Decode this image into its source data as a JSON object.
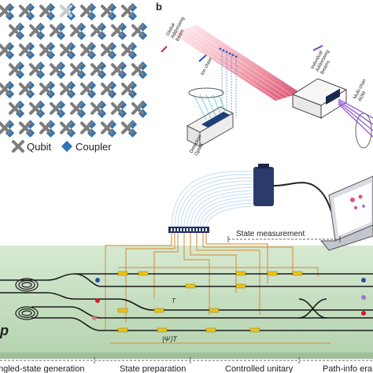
{
  "panel_a": {
    "legend": {
      "qubit_label": "Qubit",
      "coupler_label": "Coupler"
    }
  },
  "panel_b": {
    "label": "b",
    "global_beam": [
      "Global",
      "Addressing",
      "Beam"
    ],
    "ion_chain": "Ion chain",
    "detection_optics": [
      "Detection",
      "Optics"
    ],
    "individual_beams": [
      "Individual",
      "Addressing",
      "Beams"
    ],
    "multi_channel_aom": [
      "Multi-chan",
      "AOM"
    ]
  },
  "panel_c": {
    "state_measurement": "State measurement",
    "stages": [
      "ngled-state generation",
      "State preparation",
      "Controlled unitary",
      "Path-info era"
    ],
    "label_T": "T",
    "label_psi": "|Ψ⟩T",
    "logo": "p"
  },
  "colors": {
    "qubit": "#7d7d7d",
    "coupler": "#2f73b5",
    "beam_red": "#e0506a",
    "beam_purple": "#8a4fd8",
    "chip": "#c9e0c6",
    "waveguide": "#1a1a1a",
    "orange_trace": "#d59a4e",
    "heater": "#e8c21d"
  }
}
